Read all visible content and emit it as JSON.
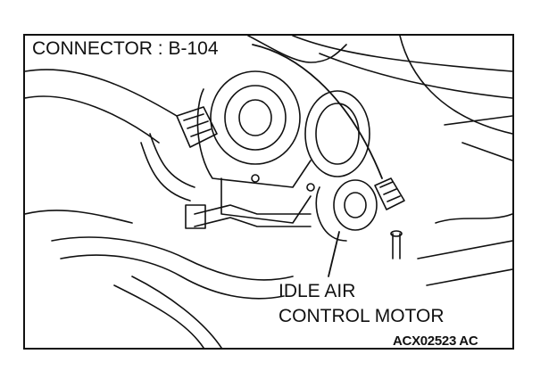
{
  "diagram": {
    "connector_label": "CONNECTOR : B-104",
    "component_label_line1": "IDLE AIR",
    "component_label_line2": "CONTROL MOTOR",
    "figure_code": "ACX02523 AC",
    "line_color": "#111111",
    "background_color": "#ffffff"
  }
}
